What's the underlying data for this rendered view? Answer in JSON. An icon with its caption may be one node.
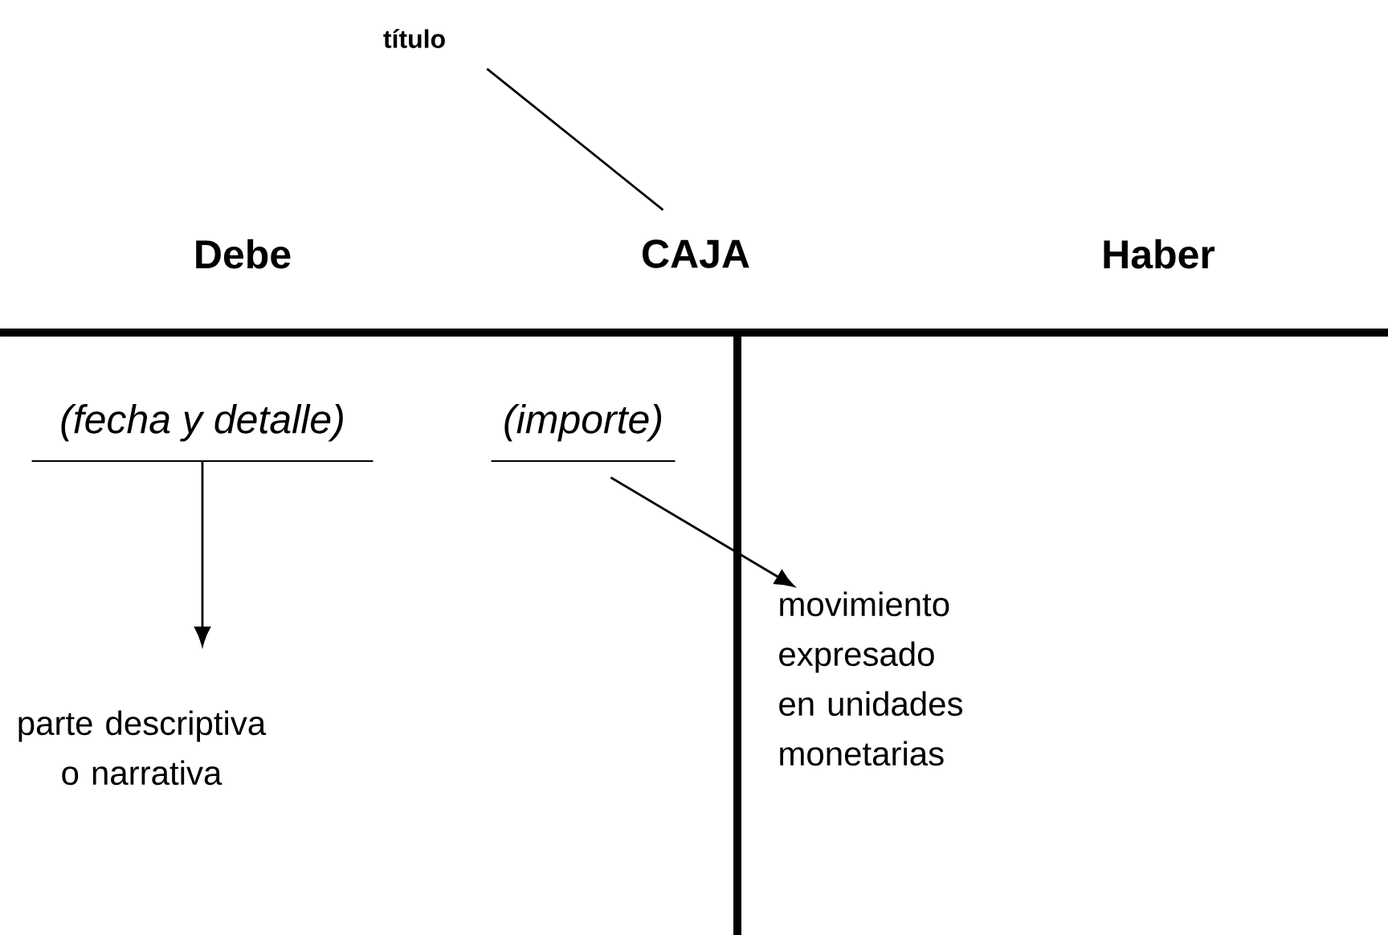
{
  "diagram": {
    "nodes": [
      {
        "text": [
          "título"
        ]
      },
      {
        "text": [
          "CAJA"
        ]
      },
      {
        "text": [
          "(fecha y detalle)"
        ]
      },
      {
        "text": [
          "(importe)"
        ]
      },
      {
        "text": [
          "parte descriptiva o narrativa"
        ]
      },
      {
        "text": [
          "movimiento expresado en unidades monetarias"
        ]
      }
    ],
    "edges": [
      {
        "from": 0,
        "to": 1,
        "arrow": "none"
      },
      {
        "from": 2,
        "to": 4,
        "arrow": "to"
      },
      {
        "from": 3,
        "to": 5,
        "arrow": "to"
      }
    ],
    "labels": [
      "Debe",
      "Haber"
    ]
  }
}
